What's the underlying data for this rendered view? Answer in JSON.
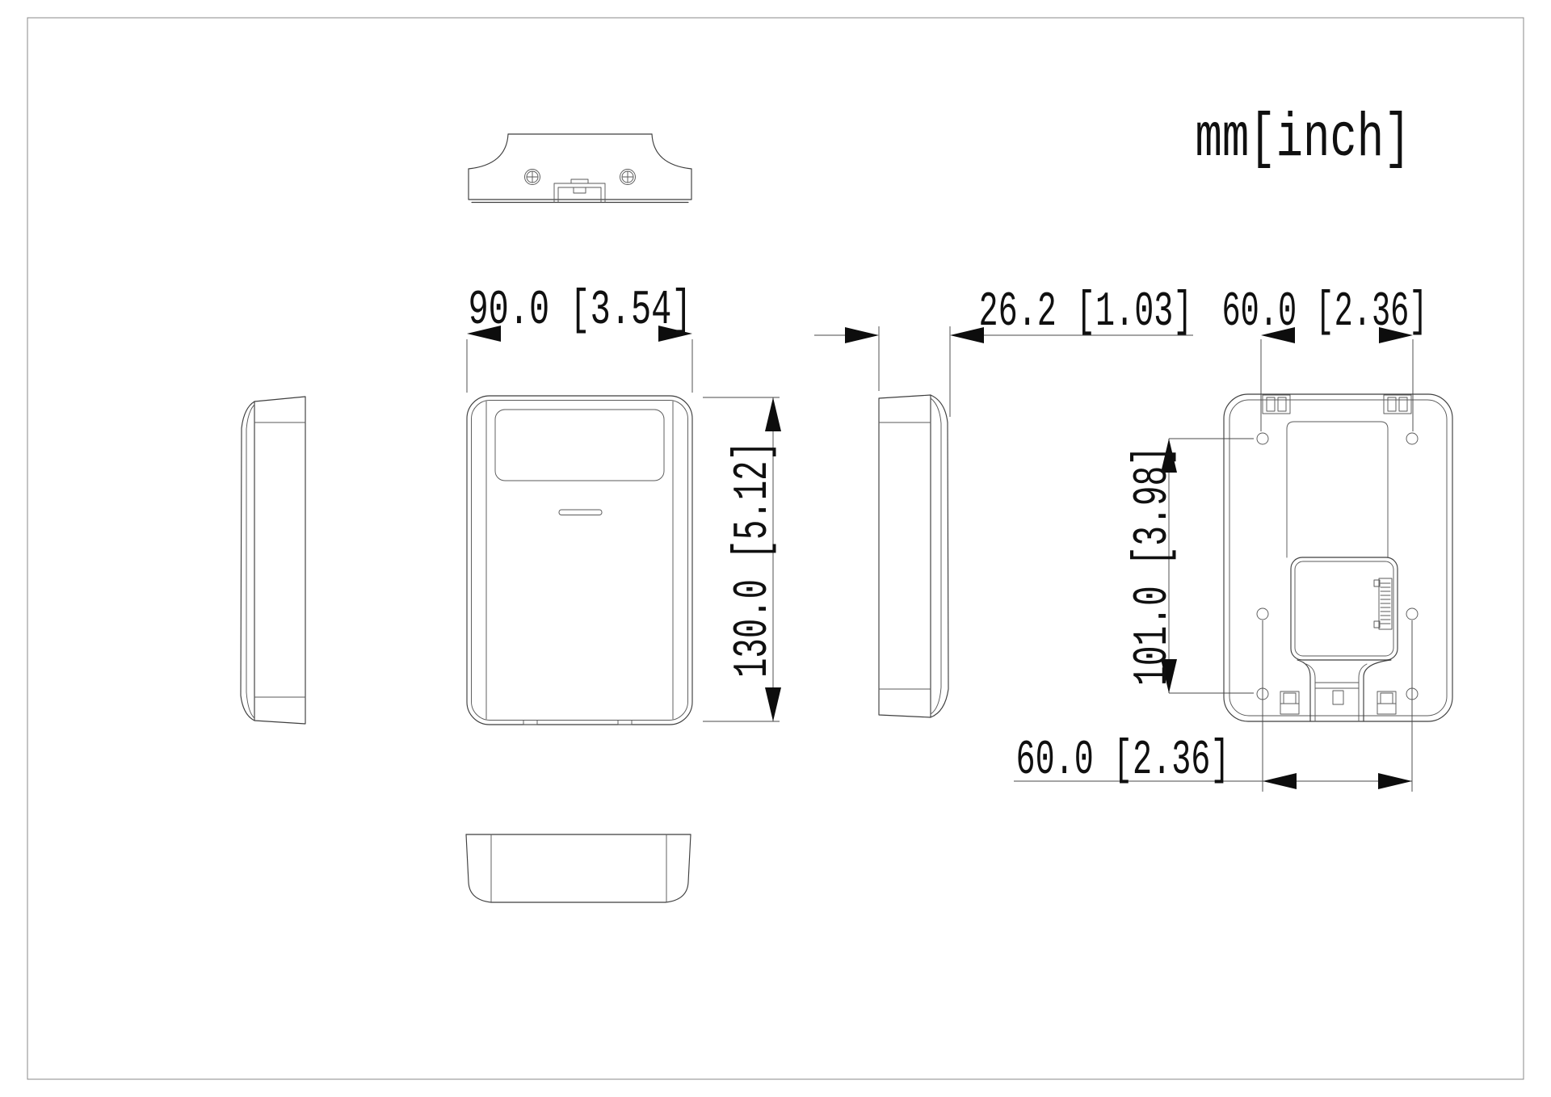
{
  "drawing": {
    "units_label": "mm[inch]",
    "dimensions": {
      "front_width": "90.0 [3.54]",
      "side_depth": "26.2 [1.03]",
      "hole_spacing_top": "60.0 [2.36]",
      "front_height": "130.0 [5.12]",
      "hole_spacing_vertical": "101.0 [3.98]",
      "hole_spacing_bottom": "60.0 [2.36]"
    }
  }
}
